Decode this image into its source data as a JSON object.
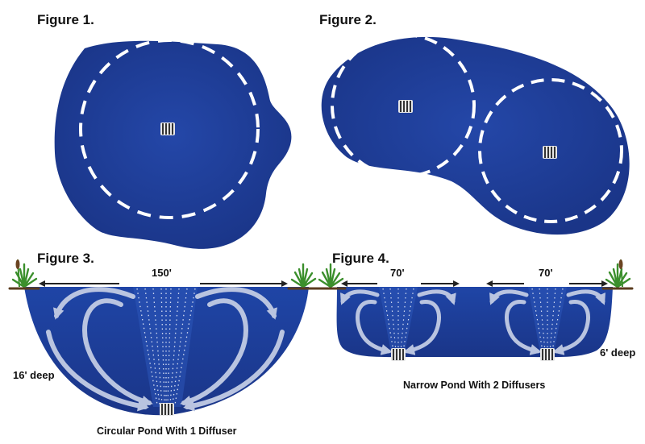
{
  "figures": {
    "fig1": {
      "title": "Figure 1."
    },
    "fig2": {
      "title": "Figure 2."
    },
    "fig3": {
      "title": "Figure 3.",
      "width_label": "150'",
      "depth_label": "16' deep",
      "caption": "Circular Pond With 1 Diffuser"
    },
    "fig4": {
      "title": "Figure 4.",
      "width_left_label": "70'",
      "width_right_label": "70'",
      "depth_label": "6' deep",
      "caption": "Narrow Pond With 2 Diffusers"
    }
  },
  "colors": {
    "water": "#1c3b93",
    "water_dark": "#162f7c",
    "dash": "#ffffff",
    "flow_arrow": "#b9c4e0",
    "grass": "#3b8f2c",
    "shore": "#5a3b1e"
  },
  "icons": [
    "diffuser-icon",
    "grass-icon",
    "flow-arrow-icon"
  ]
}
